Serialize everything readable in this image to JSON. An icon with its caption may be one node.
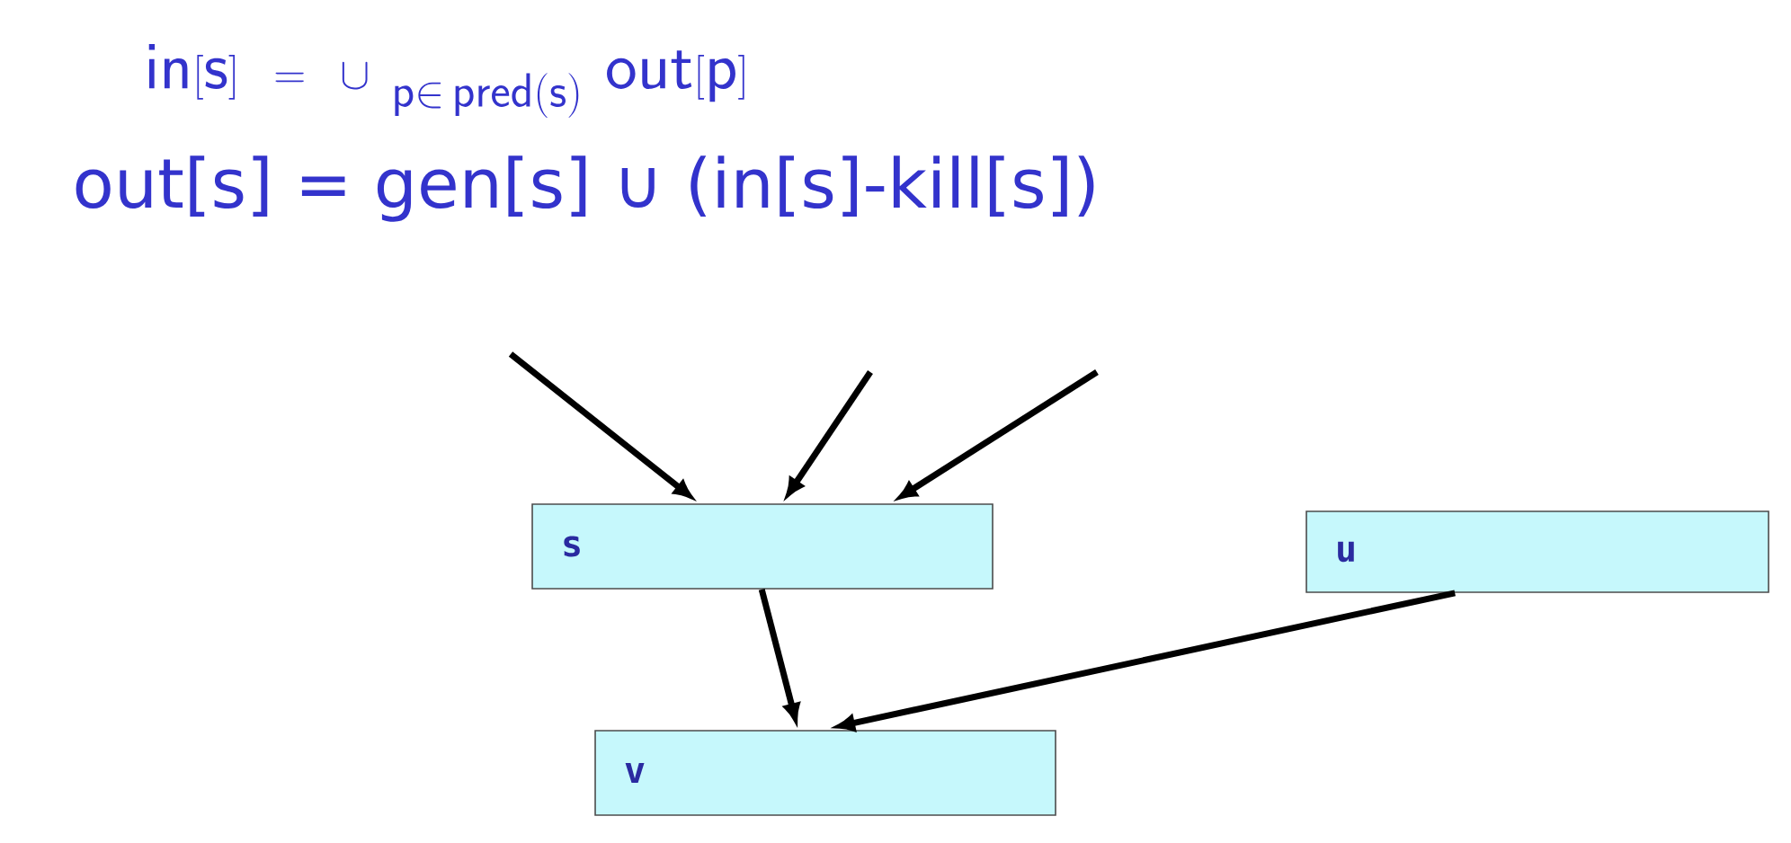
{
  "diagram": {
    "nodes": [
      {
        "text": [
          "s"
        ]
      },
      {
        "text": [
          "u"
        ]
      },
      {
        "text": [
          "v"
        ]
      }
    ],
    "edges": [
      {
        "from": null,
        "to": 0,
        "arrow": "to"
      },
      {
        "from": null,
        "to": 0,
        "arrow": "to"
      },
      {
        "from": null,
        "to": 0,
        "arrow": "to"
      },
      {
        "from": 0,
        "to": 2,
        "arrow": "to"
      },
      {
        "from": 1,
        "to": 2,
        "arrow": "to"
      }
    ],
    "labels": [
      "\\mathsf{in[s]\\ =\\ \\cup\\ _{p\\in\\,pred(s)}\\ out[p]}",
      "out[s] = gen[s] ∪ (in[s]-kill[s])"
    ]
  }
}
